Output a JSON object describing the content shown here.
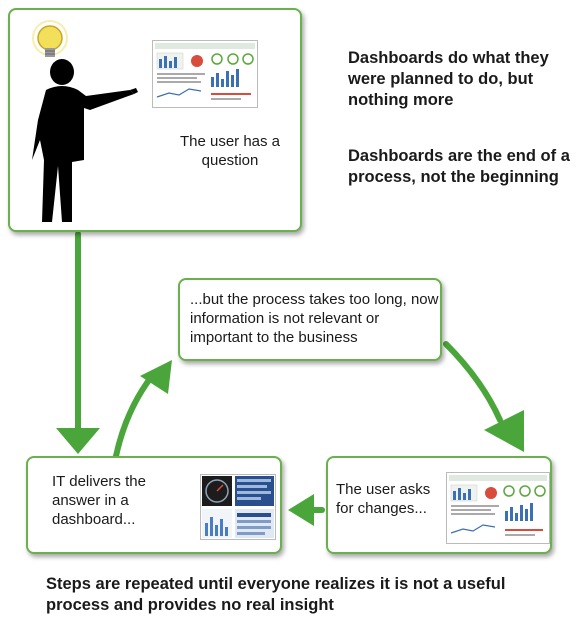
{
  "question_box": {
    "text": "The user has a question"
  },
  "process_box": {
    "text": "...but the process takes too long, now information is not relevant or important to the business"
  },
  "deliver_box": {
    "text": "IT delivers the answer in a dashboard..."
  },
  "changes_box": {
    "text": "The user asks for changes..."
  },
  "side_notes": {
    "note1": "Dashboards do what they were planned to do, but nothing more",
    "note2": "Dashboards are the end of a process, not the beginning"
  },
  "footer_note": "Steps are repeated until everyone realizes it is not a useful process and provides no real insight",
  "icons": {
    "lightbulb": "lightbulb-icon",
    "presenter": "presenter-silhouette-icon",
    "dashboard": "dashboard-thumbnail-icon"
  },
  "colors": {
    "accent_green": "#5aa83c",
    "box_border": "#6ab04c",
    "arrow": "#4aa63a"
  }
}
